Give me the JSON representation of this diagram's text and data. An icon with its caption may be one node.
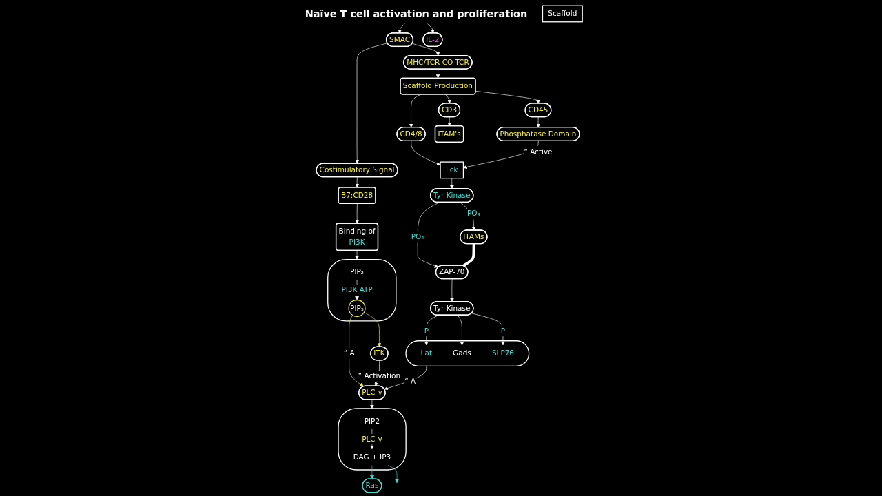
{
  "diagram": {
    "nodes": [
      {
        "text": [
          "Naïve T cell activation and proliferation"
        ]
      },
      {
        "text": [
          "SMAC"
        ]
      },
      {
        "text": [
          "IL-2"
        ]
      },
      {
        "text": [
          "MHC/TCR CO-TCR"
        ]
      },
      {
        "text": [
          "Costimulatory Signal"
        ]
      },
      {
        "text": [
          "Scaffold Production"
        ]
      },
      {
        "text": [
          "B7:CD28"
        ]
      },
      {
        "text": [
          "Binding of",
          "PI3K"
        ]
      },
      {
        "text": [
          "CD45"
        ]
      },
      {
        "text": [
          "CD4/8"
        ]
      },
      {
        "text": [
          "CD3"
        ]
      },
      {
        "text": [
          "Phosphatase Domain"
        ]
      },
      {
        "text": [
          "Lck"
        ]
      },
      {
        "text": [
          "ITAM's"
        ]
      },
      {
        "text": [],
        "shape": "oval"
      },
      {
        "text": [
          "PIP₂"
        ],
        "in": 14
      },
      {
        "text": [
          "PIP₃"
        ],
        "in": 14
      },
      {
        "text": [
          "Tyr Kinase"
        ]
      },
      {
        "text": [
          "ITAMs"
        ]
      },
      {
        "text": [
          "ZAP-70"
        ]
      },
      {
        "text": [
          "ITK"
        ]
      },
      {
        "text": [
          "PLC-γ"
        ]
      },
      {
        "text": [
          "Tyr Kinase"
        ]
      },
      {
        "text": [],
        "shape": "oval"
      },
      {
        "text": [
          "Lat"
        ],
        "in": 23
      },
      {
        "text": [
          "Gads"
        ],
        "in": 23
      },
      {
        "text": [
          "SLP76"
        ],
        "in": 23
      },
      {
        "text": [
          "Scaffold"
        ]
      },
      {
        "text": [],
        "shape": "oval"
      },
      {
        "text": [
          "PIP2"
        ],
        "in": 28
      },
      {
        "text": [
          "DAG + IP3"
        ],
        "in": 28
      },
      {
        "text": [
          "Ras"
        ]
      }
    ],
    "edges": [
      {
        "from": 0,
        "to": 1,
        "arrow": "to"
      },
      {
        "from": 0,
        "to": 2,
        "arrow": "to"
      },
      {
        "from": 1,
        "to": 3,
        "arrow": "to"
      },
      {
        "from": 1,
        "to": 4,
        "arrow": "to"
      },
      {
        "from": 3,
        "to": 5,
        "arrow": "to"
      },
      {
        "from": 4,
        "to": 6,
        "arrow": "to"
      },
      {
        "from": 5,
        "to": 8,
        "arrow": "to"
      },
      {
        "from": 5,
        "to": 9,
        "arrow": "to"
      },
      {
        "from": 5,
        "to": 10,
        "arrow": "to"
      },
      {
        "from": 6,
        "to": 7,
        "arrow": "to"
      },
      {
        "from": 8,
        "to": 11,
        "arrow": "to"
      },
      {
        "from": 9,
        "to": 12,
        "arrow": "to"
      },
      {
        "from": 10,
        "to": 13,
        "arrow": "to"
      },
      {
        "from": 7,
        "to": 14,
        "arrow": "to"
      },
      {
        "from": 15,
        "to": 16,
        "arrow": "to",
        "label": "PI3K ATP"
      },
      {
        "from": 11,
        "to": 12,
        "arrow": "to",
        "label": "“ Active"
      },
      {
        "from": 12,
        "to": 17,
        "arrow": "to"
      },
      {
        "from": 17,
        "to": 18,
        "arrow": "to",
        "label": "PO₄"
      },
      {
        "from": 17,
        "to": 19,
        "arrow": "to",
        "label": "PO₄"
      },
      {
        "from": 18,
        "to": 19,
        "arrow": "none",
        "style": "thick"
      },
      {
        "from": 16,
        "to": 20,
        "arrow": "to",
        "color": "#f5ef3a"
      },
      {
        "from": 16,
        "to": 21,
        "arrow": "to",
        "label": "“ A",
        "color": "#f5ef3a"
      },
      {
        "from": 20,
        "to": 21,
        "arrow": "to",
        "label": "“ Activation"
      },
      {
        "from": 19,
        "to": 22,
        "arrow": "to"
      },
      {
        "from": 22,
        "to": 24,
        "arrow": "to",
        "label": "P"
      },
      {
        "from": 22,
        "to": 25,
        "arrow": "to"
      },
      {
        "from": 22,
        "to": 26,
        "arrow": "to",
        "label": "P"
      },
      {
        "from": 23,
        "to": 21,
        "arrow": "to",
        "label": "“ A"
      },
      {
        "from": 21,
        "to": 28,
        "arrow": "to"
      },
      {
        "from": 29,
        "to": 30,
        "arrow": "to",
        "label": "PLC-γ"
      },
      {
        "from": 30,
        "to": 31,
        "arrow": "to",
        "color": "#40dcd2"
      },
      {
        "from": 30,
        "to": null,
        "arrow": "to",
        "color": "#40dcd2"
      }
    ]
  }
}
